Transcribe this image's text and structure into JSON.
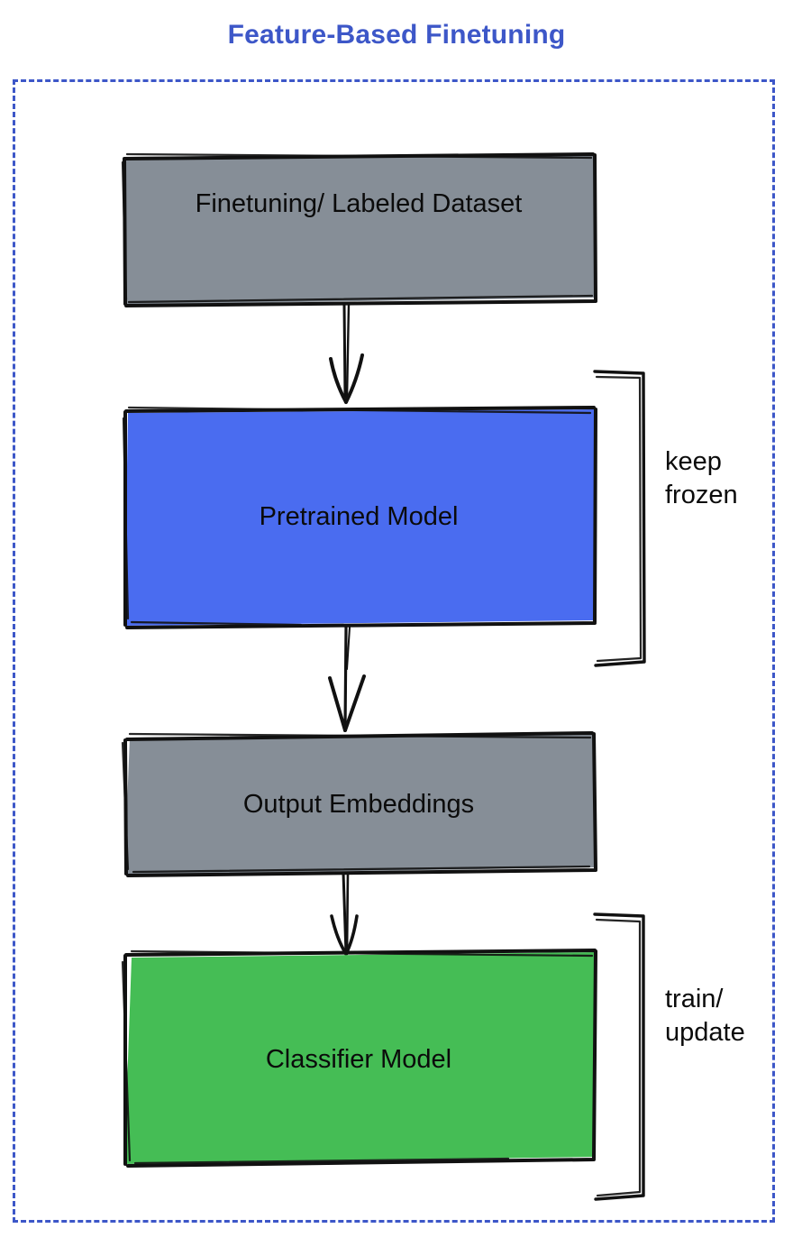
{
  "title": "Feature-Based Finetuning",
  "colors": {
    "title": "#3d57c8",
    "frame_dashed": "#3d57c8",
    "gray_box": "#868e97",
    "blue_box": "#4a6cf0",
    "green_box": "#45bd55",
    "stroke": "#111111",
    "text": "#0b0b0b"
  },
  "nodes": [
    {
      "id": "dataset",
      "label": "Finetuning/ Labeled Dataset",
      "fill": "#868e97"
    },
    {
      "id": "pretrained",
      "label": "Pretrained Model",
      "fill": "#4a6cf0"
    },
    {
      "id": "embeddings",
      "label": "Output Embeddings",
      "fill": "#868e97"
    },
    {
      "id": "classifier",
      "label": "Classifier Model",
      "fill": "#45bd55"
    }
  ],
  "annotations": [
    {
      "id": "keep-frozen",
      "label": "keep\nfrozen",
      "target": "pretrained"
    },
    {
      "id": "train-update",
      "label": "train/\nupdate",
      "target": "classifier"
    }
  ],
  "edges": [
    {
      "from": "dataset",
      "to": "pretrained",
      "style": "arrow-down"
    },
    {
      "from": "pretrained",
      "to": "embeddings",
      "style": "arrow-down"
    },
    {
      "from": "embeddings",
      "to": "classifier",
      "style": "arrow-down"
    }
  ],
  "chart_data": {
    "type": "diagram",
    "title": "Feature-Based Finetuning",
    "flow": [
      "Finetuning/ Labeled Dataset",
      "Pretrained Model",
      "Output Embeddings",
      "Classifier Model"
    ],
    "brackets": [
      {
        "label": "keep frozen",
        "spans": [
          "Pretrained Model"
        ]
      },
      {
        "label": "train/update",
        "spans": [
          "Classifier Model"
        ]
      }
    ]
  }
}
